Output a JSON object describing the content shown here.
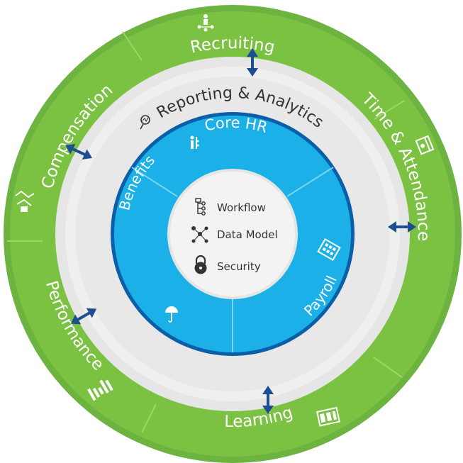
{
  "modules": {
    "outer": {
      "recruiting": "Recruiting",
      "time_attendance": "Time & Attendance",
      "learning": "Learning",
      "performance": "Performance",
      "compensation": "Compensation"
    },
    "middle": {
      "reporting": "Reporting & Analytics"
    },
    "inner": {
      "core_hr": "Core HR",
      "benefits": "Benefits",
      "payroll": "Payroll"
    },
    "center": {
      "workflow": "Workflow",
      "data_model": "Data Model",
      "security": "Security"
    }
  },
  "colors": {
    "green": "#7CC242",
    "green_dark": "#5FA832",
    "gray_ring": "#E3E3E3",
    "gray_light": "#F2F2F2",
    "blue": "#1BB1E8",
    "blue_border": "#0A5FA8",
    "arrow": "#1D4E8F",
    "center": "#F3F3F3"
  }
}
